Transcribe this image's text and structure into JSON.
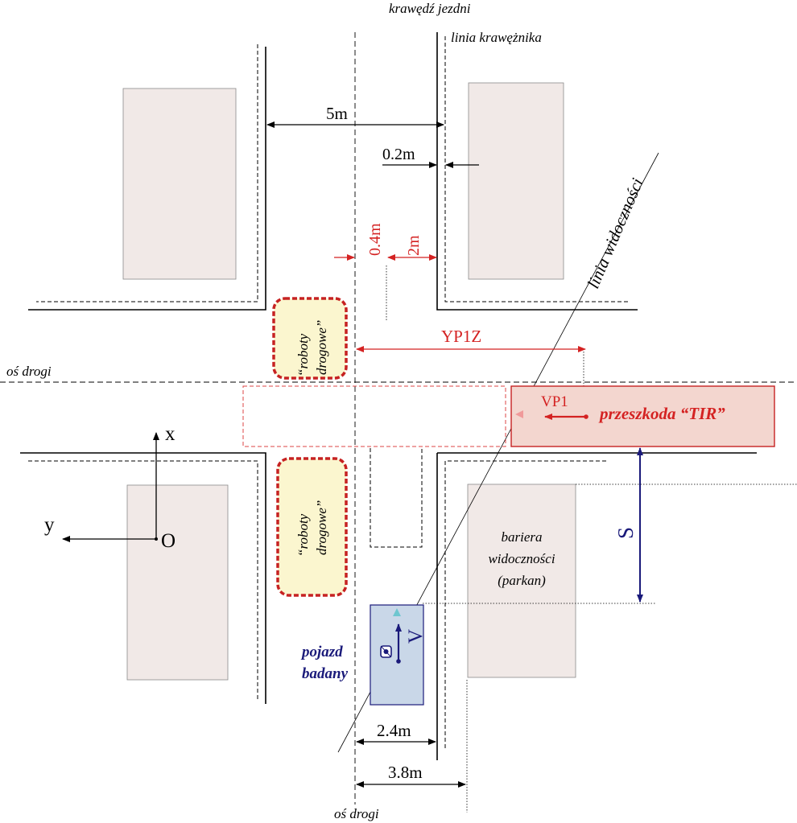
{
  "labels": {
    "krawedz_jezdni": "krawędź jezdni",
    "linia_kraweznika": "linia krawężnika",
    "dim_5m": "5m",
    "dim_0_2m": "0.2m",
    "dim_0_4m": "0.4m",
    "dim_2m": "2m",
    "linia_widocznosci": "linia widoczności",
    "yp1z": "YP1Z",
    "os_drogi": "oś drogi",
    "vp1": "VP1",
    "przeszkoda": "przeszkoda “TIR”",
    "roboty_1": "“roboty",
    "roboty_2": "drogowe”",
    "axis_x": "x",
    "axis_y": "y",
    "origin": "O",
    "s": "S",
    "bariera_1": "bariera",
    "bariera_2": "widoczności",
    "bariera_3": "(parkan)",
    "v": "V",
    "pojazd_1": "pojazd",
    "pojazd_2": "badany",
    "dim_2_4m": "2.4m",
    "dim_3_8m": "3.8m"
  },
  "colors": {
    "red": "#d42222",
    "navy": "#1a1a7a",
    "block": "#f1e9e7",
    "obstacle_fill": "#f3d6cf",
    "roadworks_fill": "#fbf6cf",
    "vehicle_fill": "#c9d7e8",
    "teal": "#6ec6cf"
  }
}
